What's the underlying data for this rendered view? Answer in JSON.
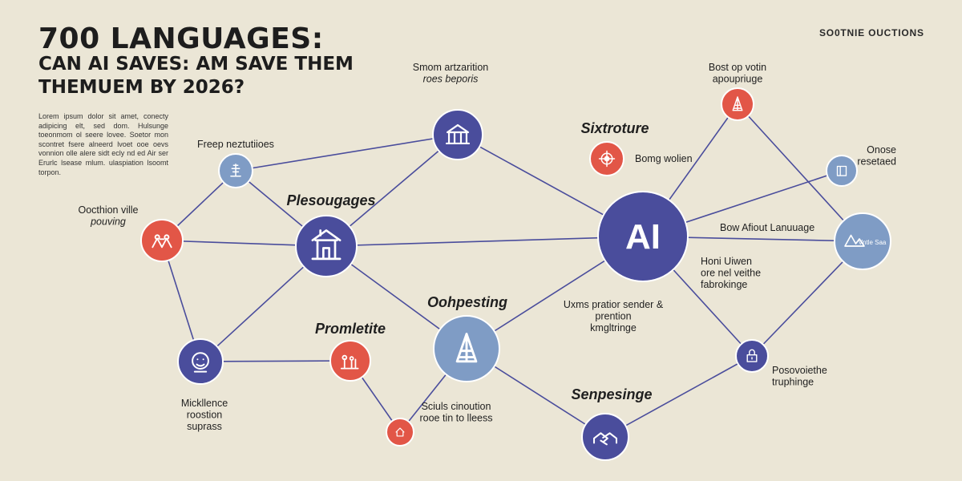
{
  "header": {
    "title_line1": "700 LANGUAGES:",
    "title_line2": "CAN AI SAVES: AM SAVE THEM THEMUEM BY 2026?",
    "corner_label": "SO0TNIE OUCTIONS",
    "blurb": "Lorem ipsum dolor sit amet, conecty adipicing elt, sed dom. Hulsunge toeonmom ol seere lovee. Soetor mon scontret fsere alneerd lvoet ooe oevs vonnion olle alere sidt ecly nd ed Air ser Erurlc lsease mlum. ulaspiation lsoomt torpon."
  },
  "colors": {
    "background": "#ebe6d6",
    "blue_node": "#4a4d9c",
    "light_node": "#7f9cc5",
    "red_node": "#e25647",
    "edge": "#4a4d9c"
  },
  "nodes": [
    {
      "id": "museum",
      "color": "blue",
      "icon": "museum-icon"
    },
    {
      "id": "tree",
      "color": "light",
      "icon": "tree-icon"
    },
    {
      "id": "ai",
      "color": "blue",
      "text": "AI"
    },
    {
      "id": "tower",
      "color": "red",
      "icon": "tower-icon"
    },
    {
      "id": "red-right",
      "color": "red",
      "icon": "target-icon"
    },
    {
      "id": "small-right",
      "color": "light",
      "icon": "book-icon"
    },
    {
      "id": "big-right",
      "color": "light",
      "icon": "mountain-icon",
      "text": "Vntle Saa"
    },
    {
      "id": "people-left",
      "color": "red",
      "icon": "people-icon"
    },
    {
      "id": "temple",
      "color": "blue",
      "icon": "temple-icon"
    },
    {
      "id": "face",
      "color": "blue",
      "icon": "face-icon"
    },
    {
      "id": "family",
      "color": "red",
      "icon": "family-icon"
    },
    {
      "id": "tower-center",
      "color": "light",
      "icon": "tower-icon"
    },
    {
      "id": "small-red",
      "color": "red",
      "icon": "house-icon"
    },
    {
      "id": "handshake",
      "color": "blue",
      "icon": "handshake-icon"
    },
    {
      "id": "lock",
      "color": "blue",
      "icon": "lock-icon"
    }
  ],
  "edges": [
    [
      "tree",
      "museum"
    ],
    [
      "museum",
      "ai"
    ],
    [
      "tree",
      "temple"
    ],
    [
      "tree",
      "people-left"
    ],
    [
      "people-left",
      "temple"
    ],
    [
      "people-left",
      "face"
    ],
    [
      "museum",
      "temple"
    ],
    [
      "temple",
      "face"
    ],
    [
      "temple",
      "ai"
    ],
    [
      "temple",
      "tower-center"
    ],
    [
      "face",
      "family"
    ],
    [
      "family",
      "small-red"
    ],
    [
      "tower-center",
      "small-red"
    ],
    [
      "tower-center",
      "ai"
    ],
    [
      "tower-center",
      "handshake"
    ],
    [
      "ai",
      "tower"
    ],
    [
      "ai",
      "small-right"
    ],
    [
      "ai",
      "big-right"
    ],
    [
      "ai",
      "lock"
    ],
    [
      "tower",
      "big-right"
    ],
    [
      "big-right",
      "lock"
    ],
    [
      "lock",
      "handshake"
    ]
  ],
  "labels": [
    {
      "id": "top-center",
      "lines": [
        "Smom artzarition",
        "roes beporis"
      ],
      "italic_lines": [
        1
      ],
      "anchor": "middle"
    },
    {
      "id": "top-right",
      "lines": [
        "Bost op votin",
        "apoupriuge"
      ],
      "italic_lines": [],
      "anchor": "middle"
    },
    {
      "id": "freep",
      "lines": [
        "Freep neztutiioes"
      ],
      "italic_lines": [],
      "anchor": "middle"
    },
    {
      "id": "oocthion",
      "lines": [
        "Oocthion ville",
        "pouving"
      ],
      "italic_lines": [
        1
      ],
      "anchor": "middle"
    },
    {
      "id": "sixtroture",
      "lines": [
        "Sixtroture"
      ],
      "heading": true,
      "anchor": "middle"
    },
    {
      "id": "boring",
      "lines": [
        "Bomg wolien"
      ],
      "italic_lines": [],
      "anchor": "start"
    },
    {
      "id": "orose",
      "lines": [
        "Onose",
        "resetaed"
      ],
      "italic_lines": [],
      "anchor": "end"
    },
    {
      "id": "plesougages",
      "lines": [
        "Plesougages"
      ],
      "heading": true,
      "anchor": "middle"
    },
    {
      "id": "bow",
      "lines": [
        "Bow Afiout Lanuuage"
      ],
      "italic_lines": [],
      "anchor": "start"
    },
    {
      "id": "honi",
      "lines": [
        "Honi Uiwen",
        "ore nel veithe",
        "fabrokinge"
      ],
      "italic_lines": [],
      "anchor": "start"
    },
    {
      "id": "oohpesting",
      "lines": [
        "Oohpesting"
      ],
      "heading": true,
      "anchor": "middle"
    },
    {
      "id": "uxms",
      "lines": [
        "Uxms pratior sender &",
        "prention",
        "kmgltringe"
      ],
      "italic_lines": [],
      "anchor": "middle"
    },
    {
      "id": "promletite",
      "lines": [
        "Promletite"
      ],
      "heading": true,
      "anchor": "middle"
    },
    {
      "id": "mickllence",
      "lines": [
        "Mickllence",
        "roostion",
        "suprass"
      ],
      "italic_lines": [],
      "anchor": "middle"
    },
    {
      "id": "sciuls",
      "lines": [
        "Sciuls cinoution",
        "rooe tin to lleess"
      ],
      "italic_lines": [],
      "anchor": "middle"
    },
    {
      "id": "senpesinge",
      "lines": [
        "Senpesinge"
      ],
      "heading": true,
      "anchor": "middle"
    },
    {
      "id": "posovie",
      "lines": [
        "Posovoiethe",
        "truphinge"
      ],
      "italic_lines": [],
      "anchor": "start"
    }
  ]
}
